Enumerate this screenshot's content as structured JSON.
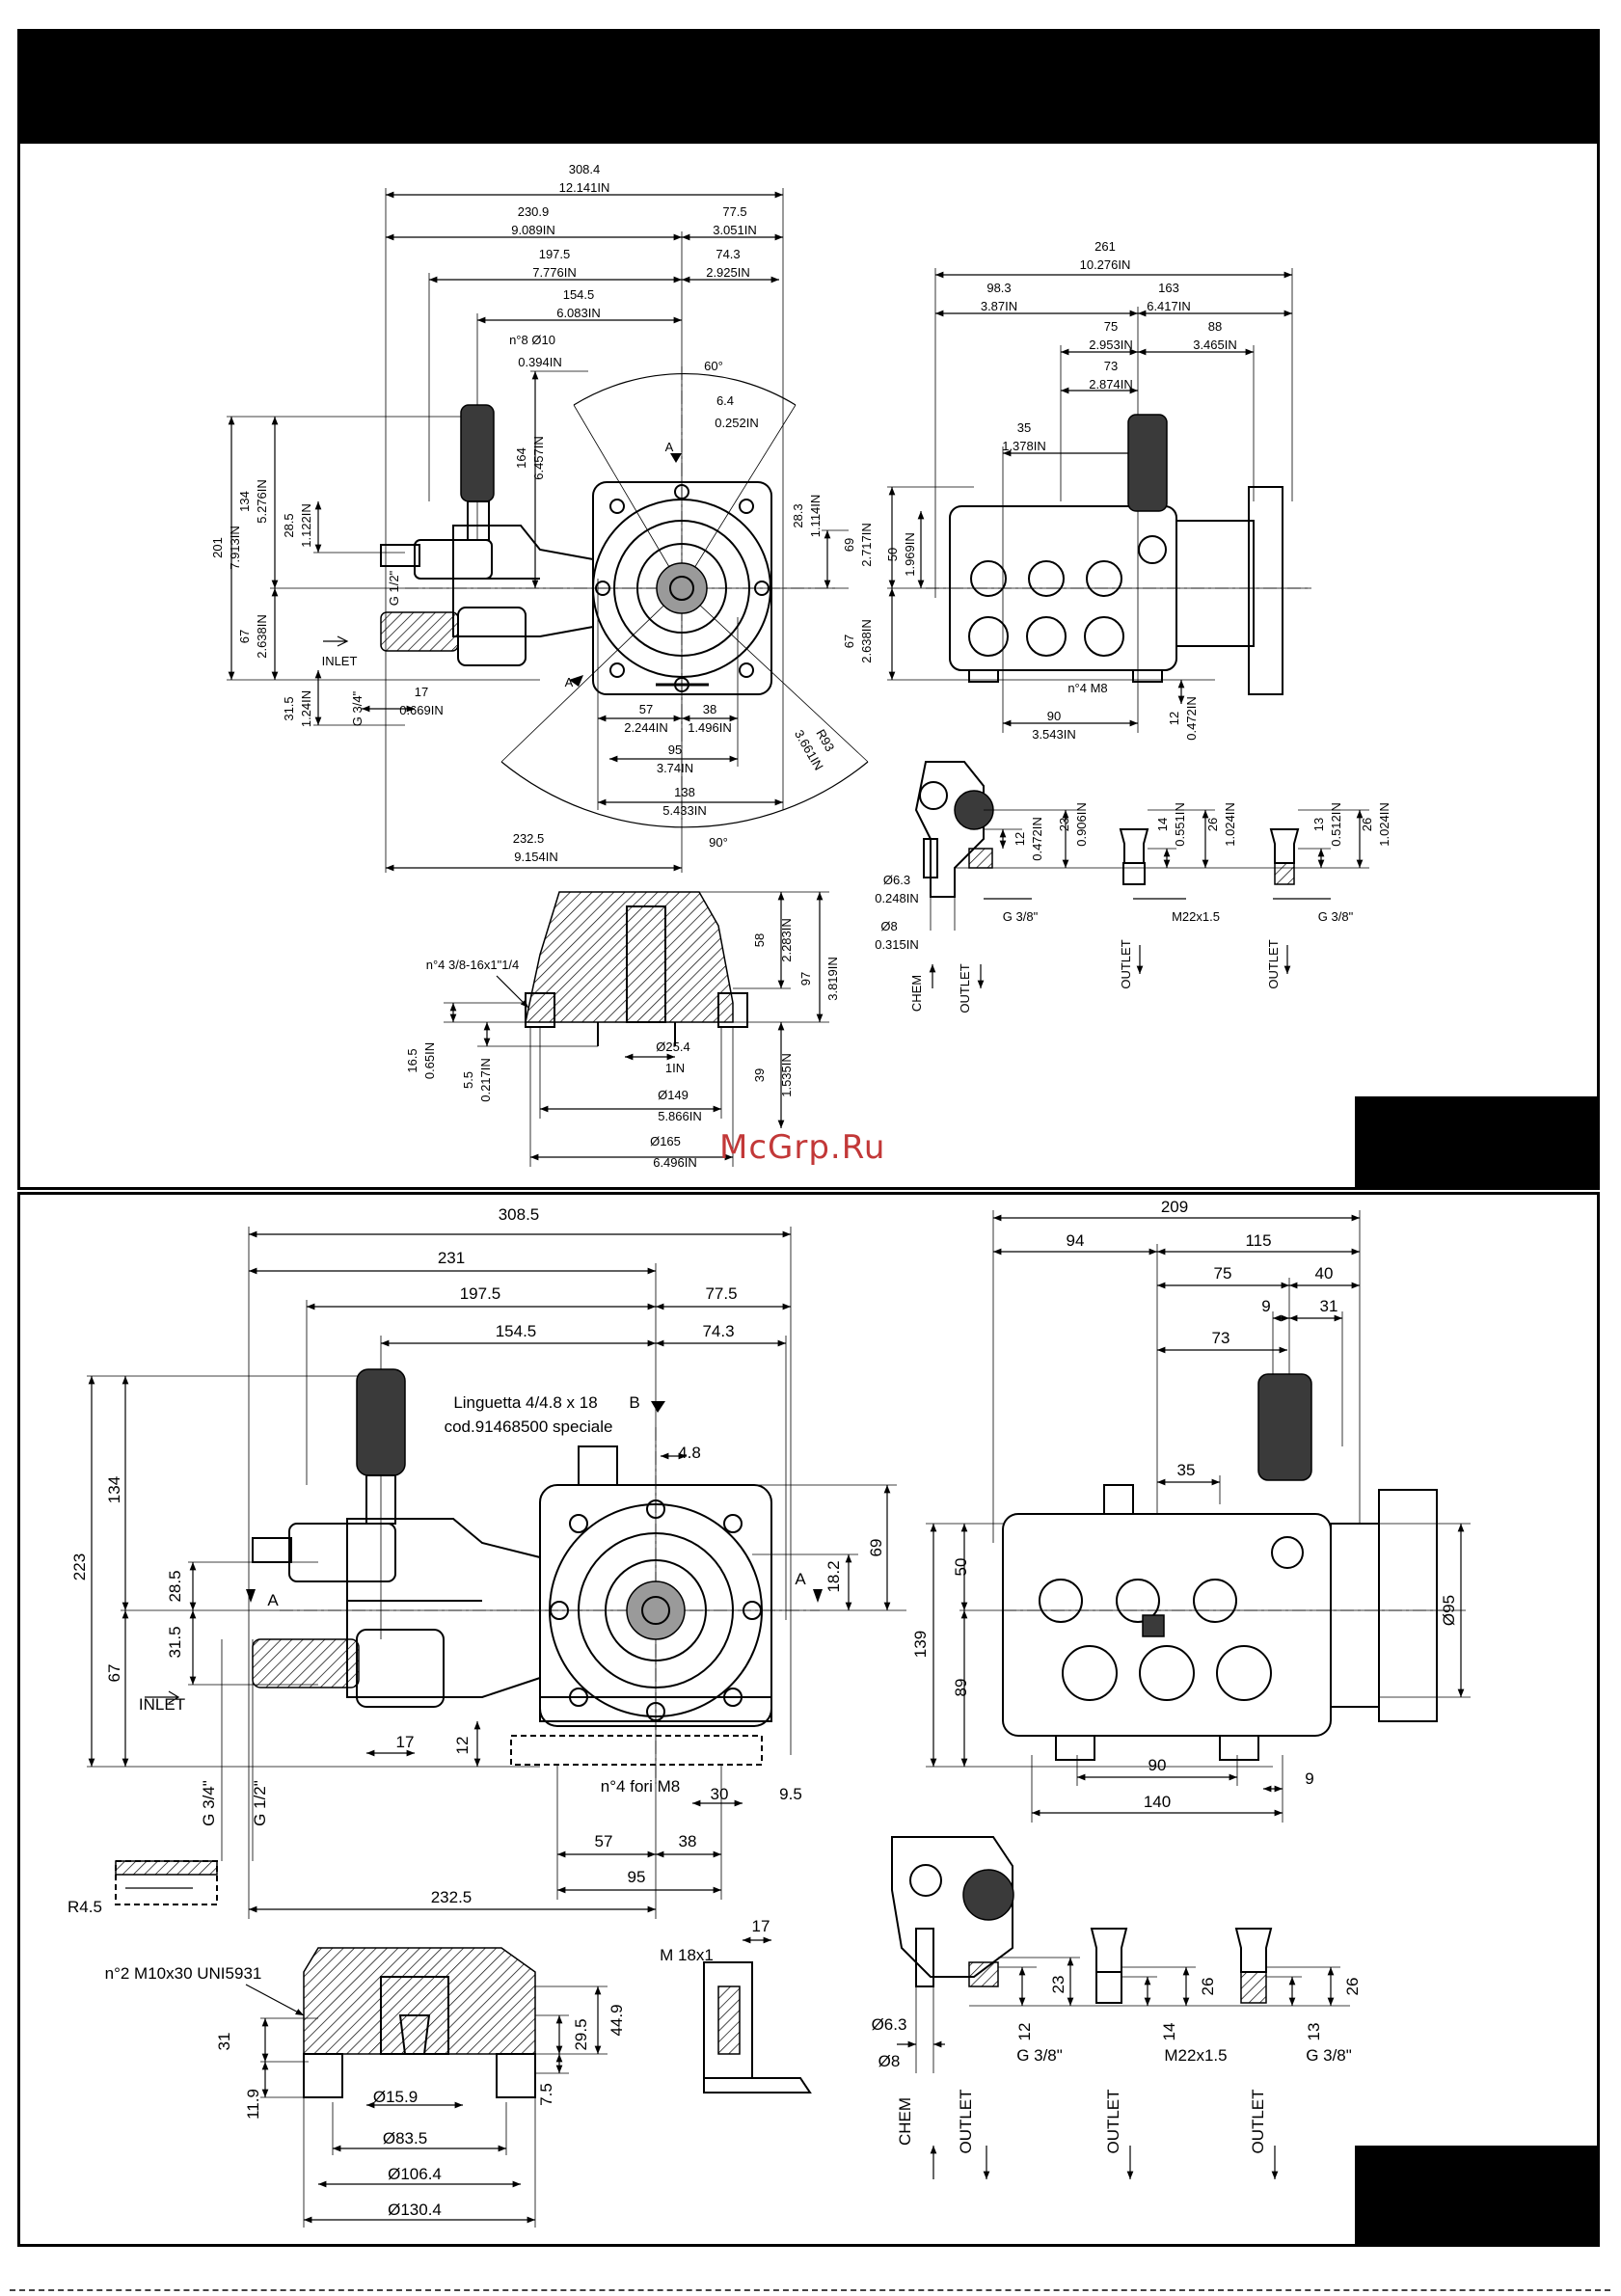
{
  "watermark": "McGrp.Ru",
  "top": {
    "front": {
      "h1": [
        "308.4",
        "12.141IN"
      ],
      "h2": [
        "230.9",
        "9.089IN"
      ],
      "h3": [
        "77.5",
        "3.051IN"
      ],
      "h4": [
        "197.5",
        "7.776IN"
      ],
      "h5": [
        "74.3",
        "2.925IN"
      ],
      "h6": [
        "154.5",
        "6.083IN"
      ],
      "holes": [
        "n°8 Ø10",
        "0.394IN"
      ],
      "ang60": "60°",
      "key": [
        "6.4",
        "0.252IN"
      ],
      "secA": "A",
      "v164": [
        "164",
        "6.457IN"
      ],
      "v201": [
        "201",
        "7.913IN"
      ],
      "v134": [
        "134",
        "5.276IN"
      ],
      "v285": [
        "28.5",
        "1.122IN"
      ],
      "g12": "G 1/2\"",
      "v67": [
        "67",
        "2.638IN"
      ],
      "inlet": "INLET",
      "v315": [
        "31.5",
        "1.24IN"
      ],
      "g34": "G 3/4\"",
      "h17": [
        "17",
        "0.669IN"
      ],
      "v283": [
        "28.3",
        "1.114IN"
      ],
      "h57": [
        "57",
        "2.244IN"
      ],
      "h38": [
        "38",
        "1.496IN"
      ],
      "h95": [
        "95",
        "3.74IN"
      ],
      "h138": [
        "138",
        "5.433IN"
      ],
      "r93": [
        "R93",
        "3.661IN"
      ],
      "h2325": [
        "232.5",
        "9.154IN"
      ],
      "ang90": "90°"
    },
    "side": {
      "h261": [
        "261",
        "10.276IN"
      ],
      "h983": [
        "98.3",
        "3.87IN"
      ],
      "h163": [
        "163",
        "6.417IN"
      ],
      "h75": [
        "75",
        "2.953IN"
      ],
      "h88": [
        "88",
        "3.465IN"
      ],
      "h73": [
        "73",
        "2.874IN"
      ],
      "h35": [
        "35",
        "1.378IN"
      ],
      "v69": [
        "69",
        "2.717IN"
      ],
      "v50": [
        "50",
        "1.969IN"
      ],
      "v67": [
        "67",
        "2.638IN"
      ],
      "m8": "n°4 M8",
      "h90": [
        "90",
        "3.543IN"
      ],
      "v12": [
        "12",
        "0.472IN"
      ]
    },
    "outlets": {
      "v12": [
        "12",
        "0.472IN"
      ],
      "v23": [
        "23",
        "0.906IN"
      ],
      "d63": [
        "Ø6.3",
        "0.248IN"
      ],
      "d8": [
        "Ø8",
        "0.315IN"
      ],
      "g38a": "G 3/8\"",
      "v14": [
        "14",
        "0.551IN"
      ],
      "v26a": [
        "26",
        "1.024IN"
      ],
      "m22": "M22x1.5",
      "v13": [
        "13",
        "0.512IN"
      ],
      "v26b": [
        "26",
        "1.024IN"
      ],
      "g38b": "G 3/8\"",
      "chem": "CHEM",
      "outlet": "OUTLET"
    },
    "flange": {
      "screws": "n°4 3/8-16x1\"1/4",
      "v58": [
        "58",
        "2.283IN"
      ],
      "v97": [
        "97",
        "3.819IN"
      ],
      "v165": [
        "16.5",
        "0.65IN"
      ],
      "v55": [
        "5.5",
        "0.217IN"
      ],
      "v39": [
        "39",
        "1.535IN"
      ],
      "d254": [
        "Ø25.4",
        "1IN"
      ],
      "d149": [
        "Ø149",
        "5.866IN"
      ],
      "d165": [
        "Ø165",
        "6.496IN"
      ]
    }
  },
  "bottom": {
    "front": {
      "h3085": "308.5",
      "h231": "231",
      "h1975": "197.5",
      "h775": "77.5",
      "h1545": "154.5",
      "h743": "74.3",
      "key1": "Linguetta 4/4.8 x 18",
      "key2": "cod.91468500 speciale",
      "secB": "B",
      "h48": "4.8",
      "v223": "223",
      "v134": "134",
      "v285": "28.5",
      "v315": "31.5",
      "v67": "67",
      "inlet": "INLET",
      "secA": "A",
      "v182": "18.2",
      "v69": "69",
      "h17": "17",
      "v12": "12",
      "m8": "n°4 fori M8",
      "h30": "30",
      "h95s": "9.5",
      "g34": "G 3/4\"",
      "g12": "G 1/2\"",
      "h57": "57",
      "h38": "38",
      "h95": "95",
      "h2325": "232.5",
      "r45": "R4.5"
    },
    "side": {
      "h209": "209",
      "h94": "94",
      "h115": "115",
      "h75": "75",
      "h40": "40",
      "h9": "9",
      "h31": "31",
      "h73": "73",
      "h35": "35",
      "v50": "50",
      "v139": "139",
      "v89": "89",
      "d95": "Ø95",
      "h90": "90",
      "h140": "140",
      "h9b": "9"
    },
    "flange": {
      "screws": "n°2 M10x30 UNI5931",
      "v31": "31",
      "v119": "11.9",
      "v295": "29.5",
      "v449": "44.9",
      "v75": "7.5",
      "d159": "Ø15.9",
      "d835": "Ø83.5",
      "d1064": "Ø106.4",
      "d1304": "Ø130.4",
      "m18": "M 18x1",
      "h17": "17"
    },
    "outlets": {
      "d63": "Ø6.3",
      "d8": "Ø8",
      "v12": "12",
      "v23": "23",
      "g38a": "G 3/8\"",
      "v14": "14",
      "v26a": "26",
      "m22": "M22x1.5",
      "v13": "13",
      "v26b": "26",
      "g38b": "G 3/8\"",
      "chem": "CHEM",
      "outlet": "OUTLET"
    }
  }
}
